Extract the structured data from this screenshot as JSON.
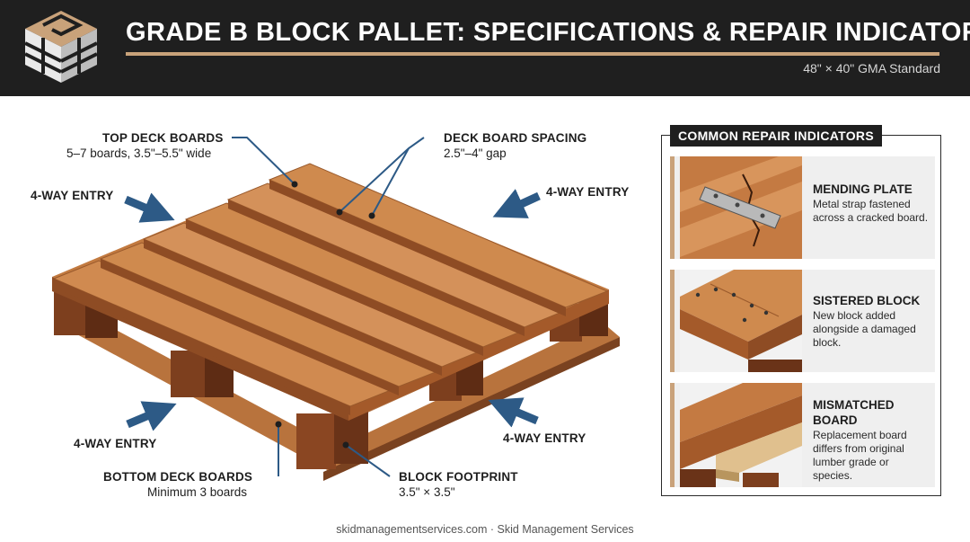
{
  "header": {
    "title": "GRADE B BLOCK PALLET: SPECIFICATIONS & REPAIR INDICATORS",
    "subtitle": "48\" × 40\" GMA Standard",
    "logo_icon": "pallet-logo-icon"
  },
  "diagram": {
    "top_deck": {
      "label": "TOP DECK BOARDS",
      "detail": "5–7 boards, 3.5\"–5.5\" wide"
    },
    "spacing": {
      "label": "DECK BOARD SPACING",
      "detail": "2.5\"–4\" gap"
    },
    "entry_top_left": "4-WAY ENTRY",
    "entry_top_right": "4-WAY ENTRY",
    "entry_bottom_left": "4-WAY ENTRY",
    "entry_bottom_right": "4-WAY ENTRY",
    "bottom_deck": {
      "label": "BOTTOM DECK BOARDS",
      "detail": "Minimum 3 boards"
    },
    "block": {
      "label": "BLOCK FOOTPRINT",
      "detail": "3.5\" × 3.5\""
    }
  },
  "repairs": {
    "title": "COMMON REPAIR INDICATORS",
    "items": [
      {
        "heading": "MENDING PLATE",
        "text": "Metal strap fastened across a cracked board."
      },
      {
        "heading": "SISTERED BLOCK",
        "text": "New block added alongside a damaged block."
      },
      {
        "heading": "MISMATCHED BOARD",
        "text": "Replacement board differs from original lumber grade or species."
      }
    ]
  },
  "colors": {
    "header_bg": "#1f1f1f",
    "accent": "#c9a27a",
    "wood": "#c9834a",
    "arrow": "#2d5a86"
  },
  "footer": "skidmanagementservices.com · Skid Management Services"
}
